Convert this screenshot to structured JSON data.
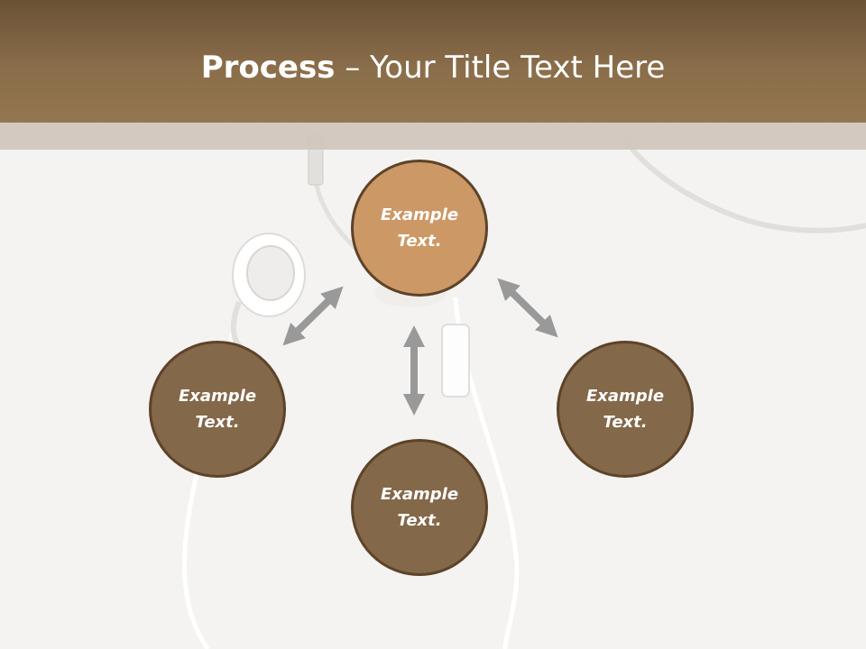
{
  "title": {
    "bold": "Process",
    "rest": " – Your Title Text Here"
  },
  "nodes": {
    "top": "Example Text.",
    "left": "Example Text.",
    "bottom": "Example Text.",
    "right": "Example Text."
  },
  "colors": {
    "header": "#8a6d4a",
    "node_dark": "#836849",
    "node_highlight": "#cc9866",
    "node_border": "#5d4329",
    "arrow": "#999999"
  }
}
